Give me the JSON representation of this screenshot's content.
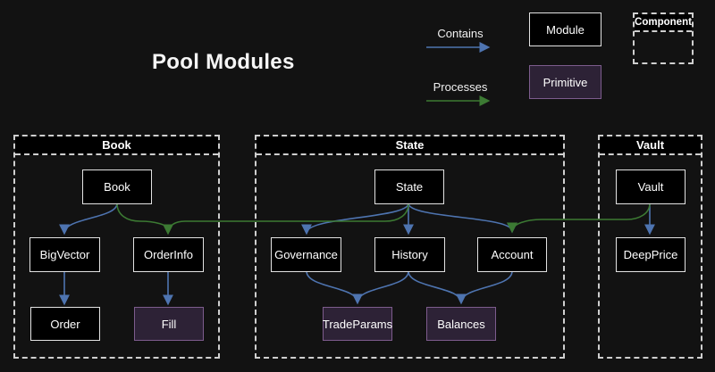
{
  "title": "Pool Modules",
  "legend": {
    "contains": "Contains",
    "processes": "Processes",
    "module": "Module",
    "primitive": "Primitive",
    "component": "Component"
  },
  "containers": {
    "book": "Book",
    "state": "State",
    "vault": "Vault"
  },
  "nodes": {
    "book": "Book",
    "bigvector": "BigVector",
    "orderinfo": "OrderInfo",
    "order": "Order",
    "fill": "Fill",
    "state": "State",
    "governance": "Governance",
    "history": "History",
    "account": "Account",
    "tradeparams": "TradeParams",
    "balances": "Balances",
    "vault": "Vault",
    "deepprice": "DeepPrice"
  },
  "colors": {
    "background": "#121212",
    "contains_arrow": "#4e74b0",
    "processes_arrow": "#3c7a33",
    "module_fill": "#000000",
    "module_border": "#e3e3e3",
    "primitive_fill": "#2d2236",
    "primitive_border": "#7d5c8d",
    "container_dash": "#cfcfcf",
    "text": "#ffffff"
  },
  "edges": [
    {
      "from": "Book",
      "to": "BigVector",
      "type": "contains"
    },
    {
      "from": "BigVector",
      "to": "Order",
      "type": "contains"
    },
    {
      "from": "OrderInfo",
      "to": "Fill",
      "type": "contains"
    },
    {
      "from": "State",
      "to": "Governance",
      "type": "contains"
    },
    {
      "from": "State",
      "to": "History",
      "type": "contains"
    },
    {
      "from": "State",
      "to": "Account",
      "type": "contains"
    },
    {
      "from": "Governance",
      "to": "TradeParams",
      "type": "contains"
    },
    {
      "from": "History",
      "to": "TradeParams",
      "type": "contains"
    },
    {
      "from": "History",
      "to": "Balances",
      "type": "contains"
    },
    {
      "from": "Account",
      "to": "Balances",
      "type": "contains"
    },
    {
      "from": "Vault",
      "to": "DeepPrice",
      "type": "contains"
    },
    {
      "from": "Book",
      "to": "OrderInfo",
      "type": "processes"
    },
    {
      "from": "State",
      "to": "OrderInfo",
      "type": "processes"
    },
    {
      "from": "Vault",
      "to": "Account",
      "type": "processes"
    }
  ]
}
